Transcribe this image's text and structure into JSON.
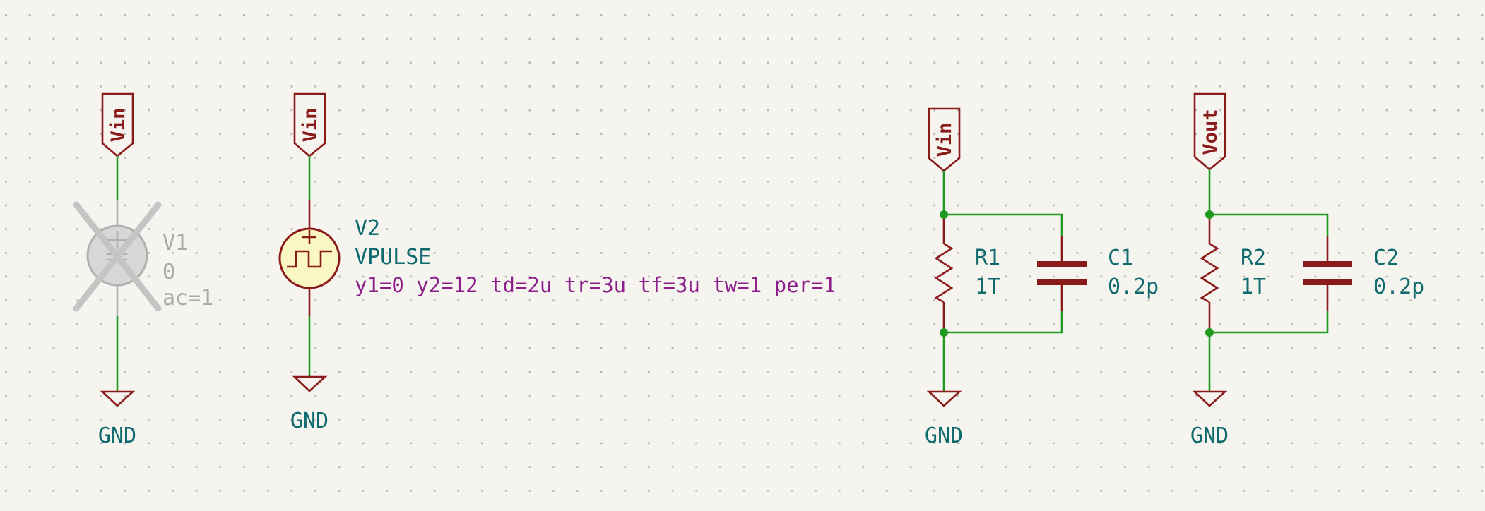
{
  "colors": {
    "background": "#f5f4ef",
    "wire": "#1f9a1f",
    "symbol": "#8b1a1a",
    "source_fill": "#fbf7c3",
    "reference_text": "#0f6a6e",
    "spice_text": "#8c1f8a",
    "disabled": "#b0b0b0"
  },
  "v1": {
    "ref": "V1",
    "value": "0",
    "param": "ac=1",
    "port": "Vin",
    "gnd": "GND"
  },
  "v2": {
    "ref": "V2",
    "value": "VPULSE",
    "param": "y1=0 y2=12 td=2u tr=3u tf=3u tw=1 per=1",
    "port": "Vin",
    "gnd": "GND"
  },
  "rc1": {
    "port": "Vin",
    "r_ref": "R1",
    "r_val": "1T",
    "c_ref": "C1",
    "c_val": "0.2p",
    "gnd": "GND"
  },
  "rc2": {
    "port": "Vout",
    "r_ref": "R2",
    "r_val": "1T",
    "c_ref": "C2",
    "c_val": "0.2p",
    "gnd": "GND"
  }
}
